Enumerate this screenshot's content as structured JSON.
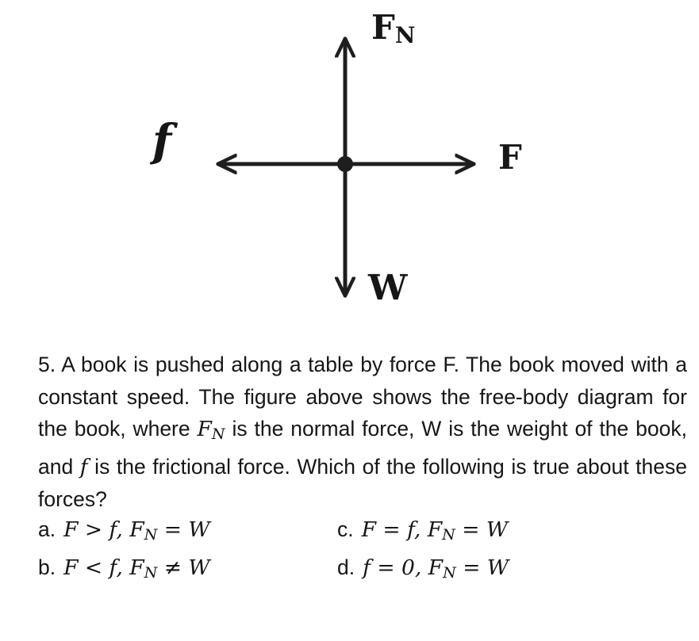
{
  "diagram": {
    "labels": {
      "normal_force_main": "F",
      "normal_force_sub": "N",
      "applied_force": "F",
      "friction": "f",
      "weight": "W"
    }
  },
  "question": {
    "seg1": "5. A book is pushed along a table by force F. The book moved with a constant speed. The figure above shows the free-body diagram for the book, where ",
    "math1_main": "F",
    "math1_sub": "N",
    "seg2": " is the normal force, W is the weight of the book, and ",
    "math2": "f",
    "seg3": " is the frictional force. Which of the following is true about these forces?"
  },
  "options": [
    {
      "letter": "a.",
      "pre": "F > f, F",
      "sub": "N",
      "post": " = W"
    },
    {
      "letter": "b.",
      "pre": "F < f, F",
      "sub": "N",
      "post": " ≠ W"
    },
    {
      "letter": "c.",
      "pre": "F = f, F",
      "sub": "N",
      "post": " = W"
    },
    {
      "letter": "d.",
      "pre": "f = 0, F",
      "sub": "N",
      "post": " = W"
    }
  ],
  "colors": {
    "ink": "#1e1e1e"
  }
}
